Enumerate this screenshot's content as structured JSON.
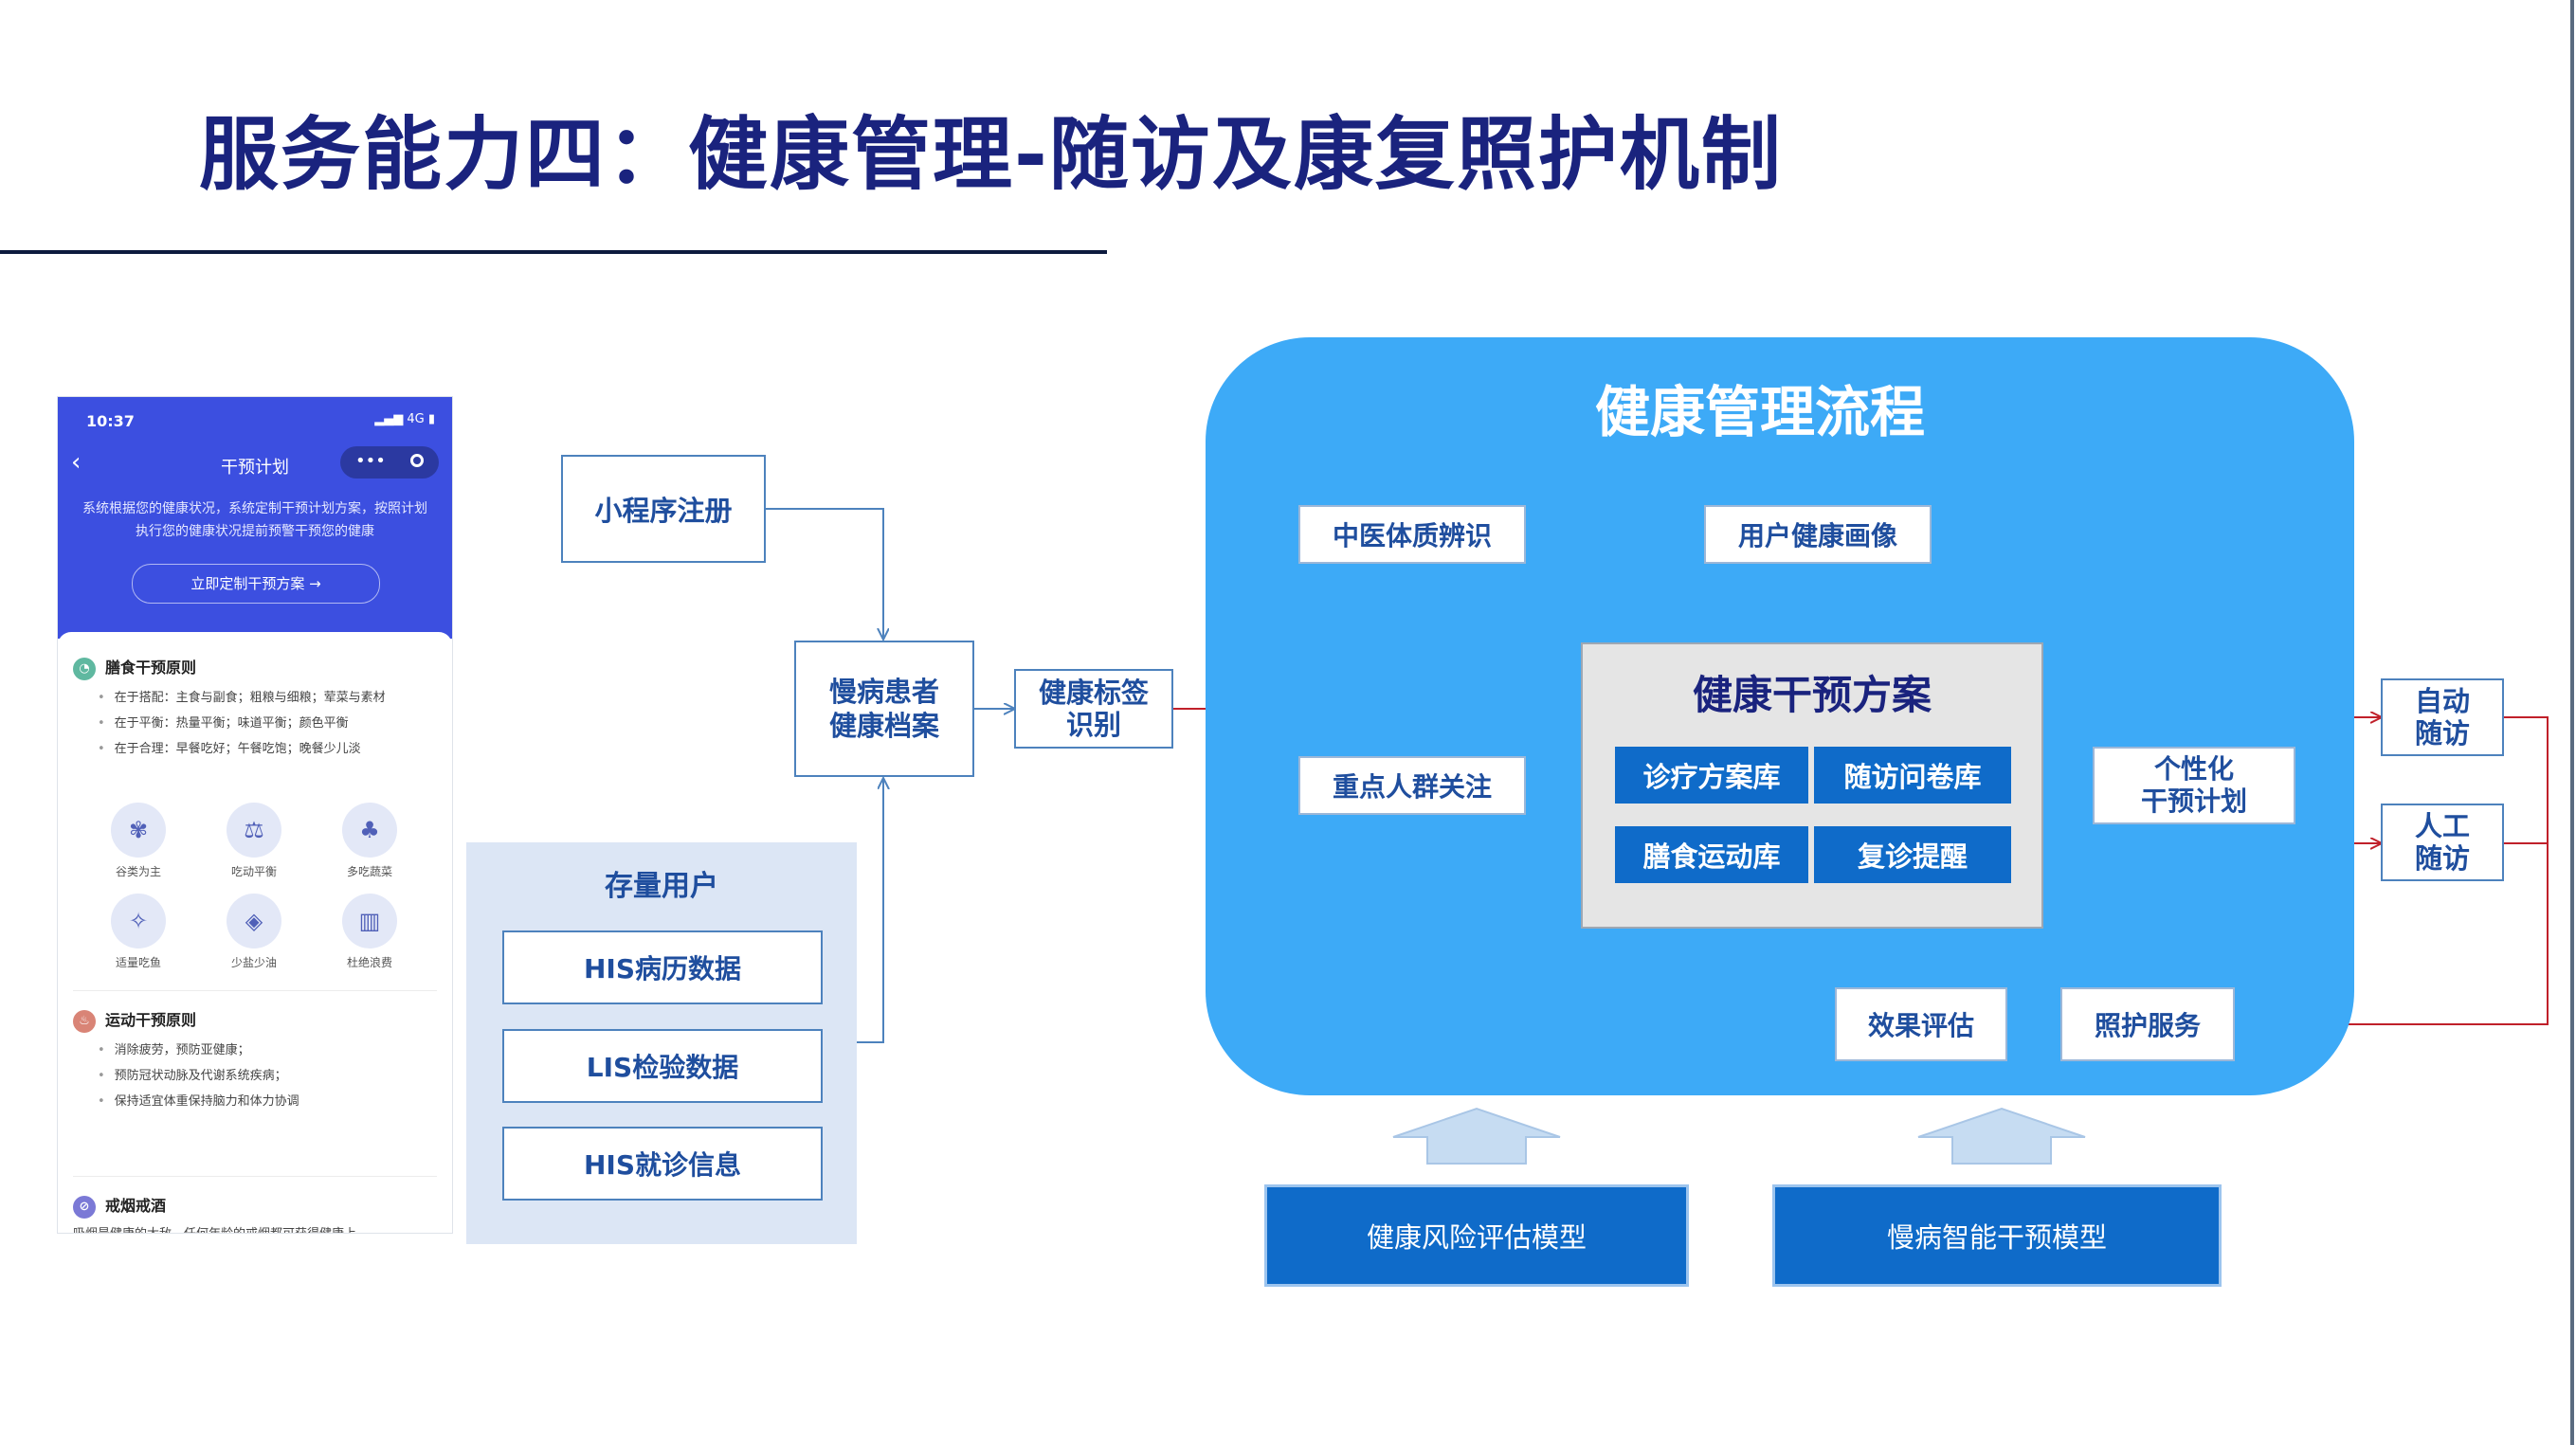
{
  "title": "服务能力四：健康管理-随访及康复照护机制",
  "phone": {
    "time": "10:37",
    "signal": "4G",
    "nav_title": "干预计划",
    "intro": "系统根据您的健康状况，系统定制干预计划方案，按照计划执行您的健康状况提前预警干预您的健康",
    "cta": "立即定制干预方案 →",
    "diet": {
      "heading": "膳食干预原则",
      "points": [
        "在于搭配：主食与副食；粗粮与细粮；荤菜与素材",
        "在于平衡：热量平衡；味道平衡；颜色平衡",
        "在于合理：早餐吃好；午餐吃饱；晚餐少儿淡"
      ],
      "icons": [
        {
          "label": "谷类为主",
          "icon": "grain-icon"
        },
        {
          "label": "吃动平衡",
          "icon": "scale-icon"
        },
        {
          "label": "多吃蔬菜",
          "icon": "vegetable-icon"
        },
        {
          "label": "适量吃鱼",
          "icon": "fish-icon"
        },
        {
          "label": "少盐少油",
          "icon": "drop-icon"
        },
        {
          "label": "杜绝浪费",
          "icon": "trash-icon"
        }
      ]
    },
    "exercise": {
      "heading": "运动干预原则",
      "points": [
        "消除疲劳，预防亚健康；",
        "预防冠状动脉及代谢系统疾病；",
        "保持适宜体重保持脑力和体力协调"
      ]
    },
    "smoking": {
      "heading": "戒烟戒酒",
      "partial": "吸烟是健康的大敌，任何年龄的戒烟都可获得健康上"
    }
  },
  "left_flow": {
    "register": "小程序注册",
    "chronic_record": "慢病患者\n健康档案",
    "tag_recognition": "健康标签\n识别"
  },
  "stock_users": {
    "title": "存量用户",
    "items": [
      "HIS病历数据",
      "LIS检验数据",
      "HIS就诊信息"
    ]
  },
  "process": {
    "title": "健康管理流程",
    "tcm": "中医体质辨识",
    "portrait": "用户健康画像",
    "focus_group": "重点人群关注",
    "plan_title": "健康干预方案",
    "plan_items": [
      "诊疗方案库",
      "随访问卷库",
      "膳食运动库",
      "复诊提醒"
    ],
    "personal_plan": "个性化\n干预计划",
    "care_service": "照护服务",
    "effect_eval": "效果评估"
  },
  "followup": {
    "auto": "自动\n随访",
    "manual": "人工\n随访"
  },
  "models": [
    "健康风险评估模型",
    "慢病智能干预模型"
  ],
  "colors": {
    "title": "#1a237e",
    "panel": "#3daaf7",
    "tile": "#0f6bc9",
    "arrow_red": "#c0202a",
    "arrow_blue": "#4d82bd"
  }
}
